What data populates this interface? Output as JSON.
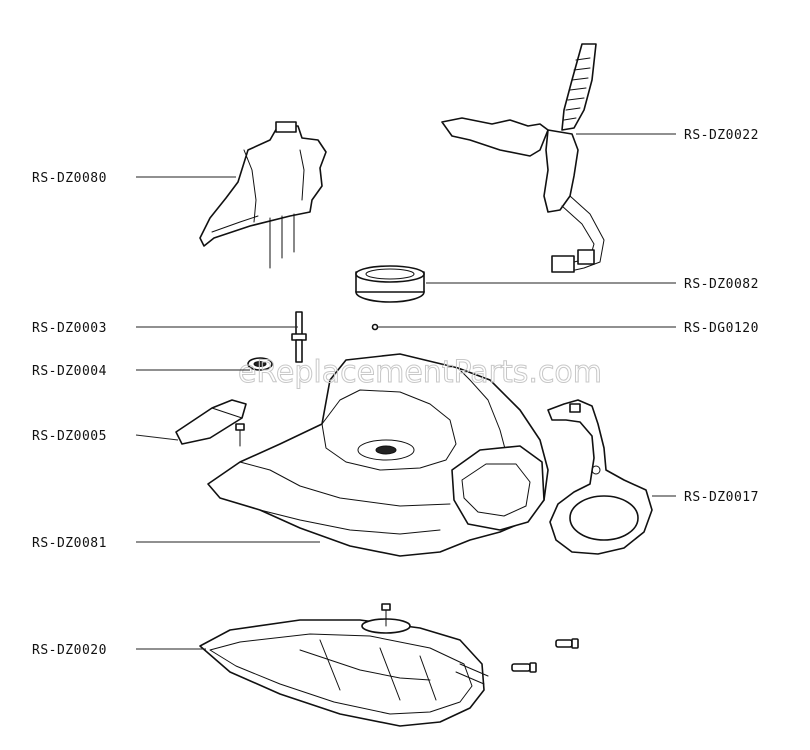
{
  "watermark": "eReplacementParts.com",
  "callouts": [
    {
      "id": "RS-DZ0080",
      "side": "left"
    },
    {
      "id": "RS-DZ0003",
      "side": "left"
    },
    {
      "id": "RS-DZ0004",
      "side": "left"
    },
    {
      "id": "RS-DZ0005",
      "side": "left"
    },
    {
      "id": "RS-DZ0081",
      "side": "left"
    },
    {
      "id": "RS-DZ0020",
      "side": "left"
    },
    {
      "id": "RS-DZ0022",
      "side": "right"
    },
    {
      "id": "RS-DZ0082",
      "side": "right"
    },
    {
      "id": "RS-DG0120",
      "side": "right"
    },
    {
      "id": "RS-DZ0017",
      "side": "right"
    }
  ]
}
